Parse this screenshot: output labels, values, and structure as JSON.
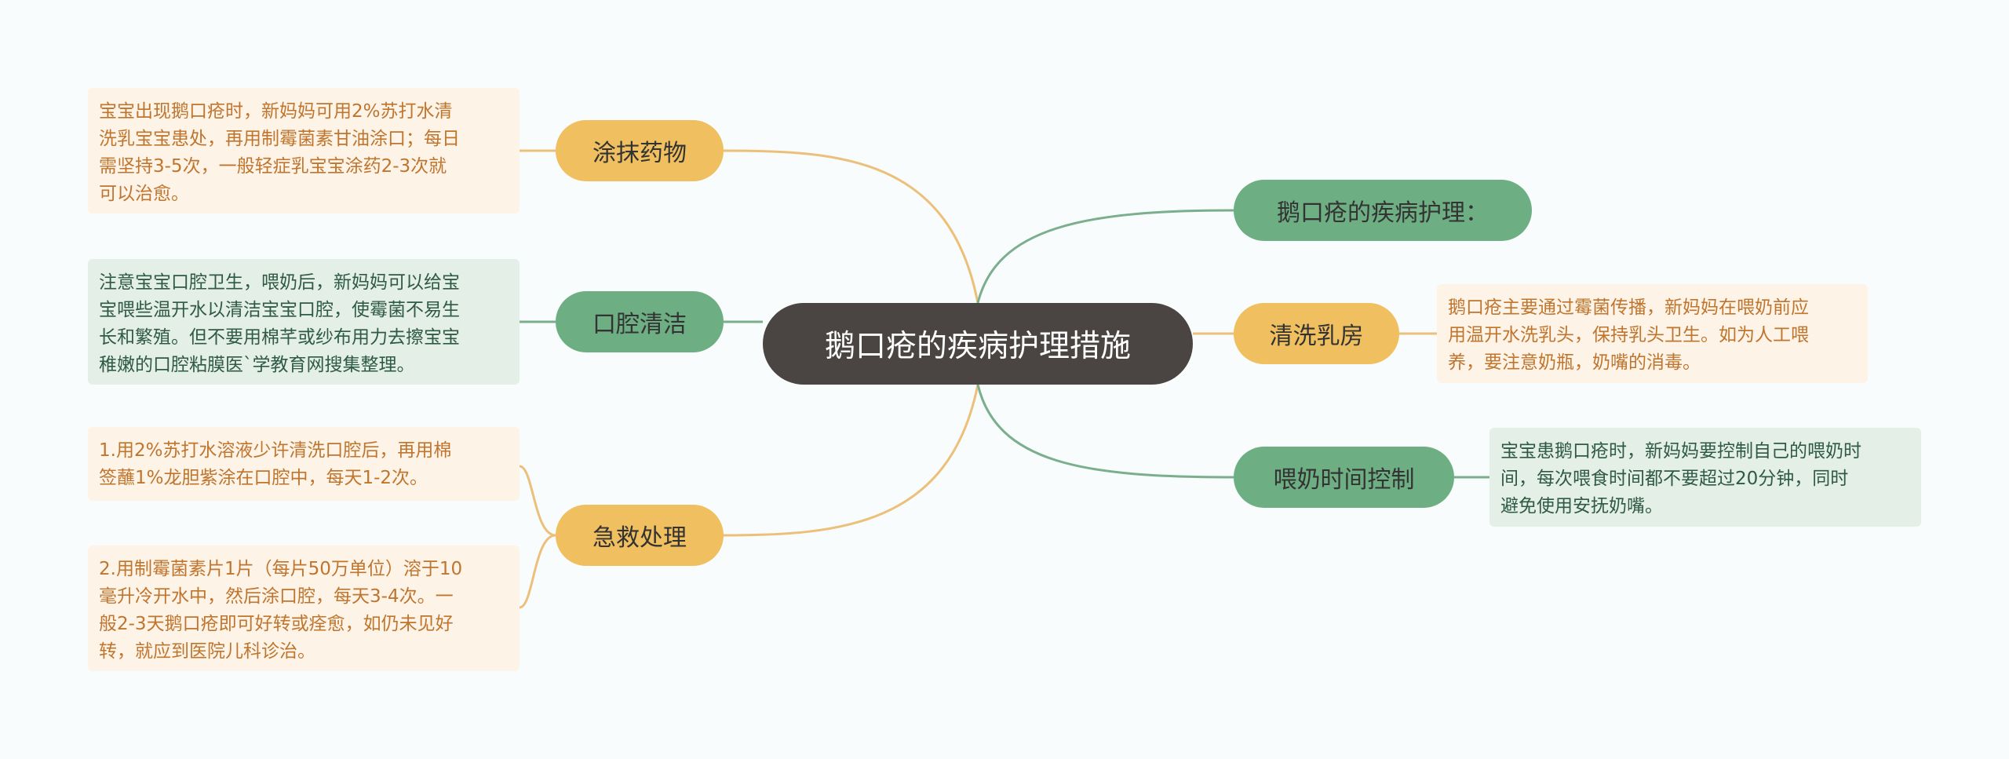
{
  "colors": {
    "background": "#f8fcfc",
    "root": "#4a4543",
    "orange_branch": "#f0bf5f",
    "green_branch": "#6dae83",
    "orange_note": "#fdf3e6",
    "green_note": "#e4efe7",
    "orange_link": "#ecc07a",
    "green_link": "#7aae8d"
  },
  "root": {
    "label": "鹅口疮的疾病护理措施"
  },
  "branches": {
    "tumo": {
      "label": "涂抹药物",
      "color": "orange"
    },
    "kouqiang": {
      "label": "口腔清洁",
      "color": "green"
    },
    "jijiu": {
      "label": "急救处理",
      "color": "orange"
    },
    "huli": {
      "label": "鹅口疮的疾病护理：",
      "color": "green"
    },
    "qingxi": {
      "label": "清洗乳房",
      "color": "orange"
    },
    "weinai": {
      "label": "喂奶时间控制",
      "color": "green"
    }
  },
  "notes": {
    "tumo": [
      "宝宝出现鹅口疮时，新妈妈可用2%苏打水清",
      "洗乳宝宝患处，再用制霉菌素甘油涂口；每日",
      "需坚持3-5次，一般轻症乳宝宝涂药2-3次就",
      "可以治愈。"
    ],
    "kouqiang": [
      "注意宝宝口腔卫生，喂奶后，新妈妈可以给宝",
      "宝喂些温开水以清洁宝宝口腔，使霉菌不易生",
      "长和繁殖。但不要用棉芊或纱布用力去擦宝宝",
      "稚嫩的口腔粘膜医`学教育网搜集整理。"
    ],
    "jijiu_1": [
      "1.用2%苏打水溶液少许清洗口腔后，再用棉",
      "签蘸1%龙胆紫涂在口腔中，每天1-2次。"
    ],
    "jijiu_2": [
      "2.用制霉菌素片1片（每片50万单位）溶于10",
      "毫升冷开水中，然后涂口腔，每天3-4次。一",
      "般2-3天鹅口疮即可好转或痊愈，如仍未见好",
      "转，就应到医院儿科诊治。"
    ],
    "qingxi": [
      "鹅口疮主要通过霉菌传播，新妈妈在喂奶前应",
      "用温开水洗乳头，保持乳头卫生。如为人工喂",
      "养，要注意奶瓶，奶嘴的消毒。"
    ],
    "weinai": [
      "宝宝患鹅口疮时，新妈妈要控制自己的喂奶时",
      "间，每次喂食时间都不要超过20分钟，同时",
      "避免使用安抚奶嘴。"
    ]
  }
}
